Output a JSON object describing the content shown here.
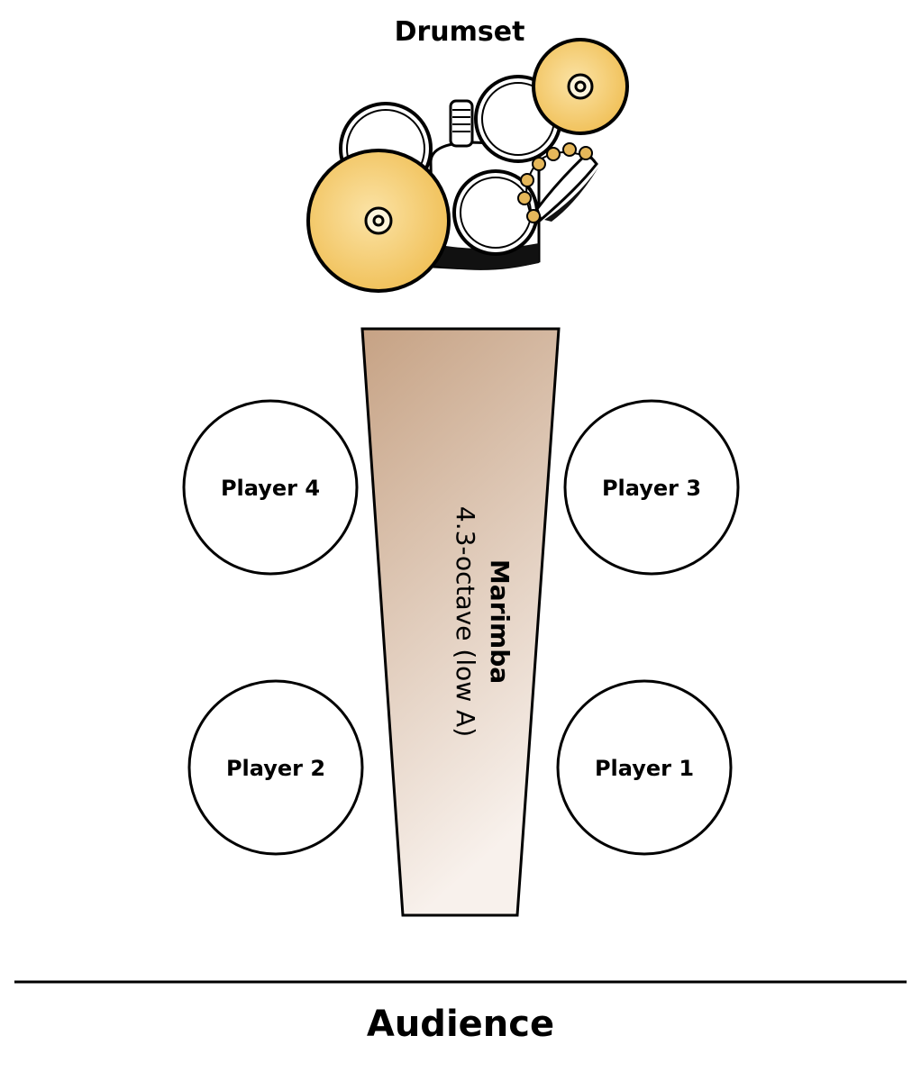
{
  "drumset": {
    "title": "Drumset"
  },
  "marimba": {
    "name": "Marimba",
    "description": "4.3-octave (low A)"
  },
  "players": [
    {
      "label": "Player 4"
    },
    {
      "label": "Player 3"
    },
    {
      "label": "Player 2"
    },
    {
      "label": "Player 1"
    }
  ],
  "audience": {
    "label": "Audience"
  },
  "colors": {
    "cymbal": "#f5c96a",
    "cymbal_center": "#fdf4dc",
    "marimba_top": "#c6a284",
    "marimba_bottom": "#f8f1ec",
    "outline": "#000000"
  }
}
